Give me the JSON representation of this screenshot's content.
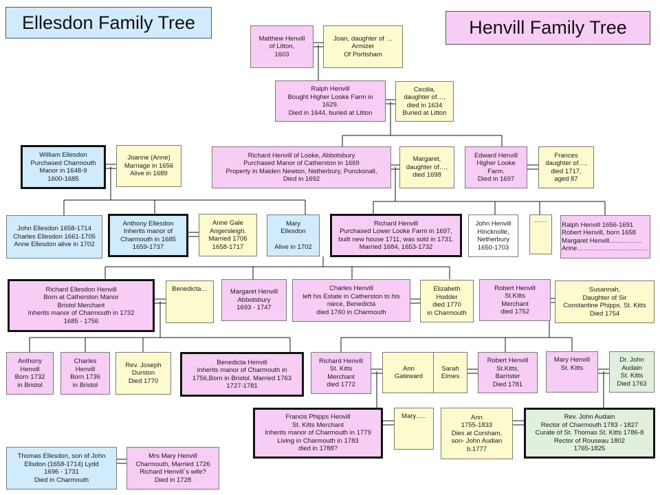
{
  "titles": {
    "ellesdon": "Ellesdon Family Tree",
    "henvill": "Henvill Family Tree"
  },
  "people": {
    "matthew": "Matthew Henvill\nof Litton,\n1603",
    "joan": "Joan, daughter of …\nArmizer\nOf Portisham",
    "ralph": "Ralph Henvill\nBought Higher Looke Farm in\n1629.\nDied in 1644, buried at Litton",
    "cecilia": "Cecilia,\ndaughter of…,\ndied in 1634\nBuried at Litton",
    "william": "William Ellesdon\nPurchased Charmouth\nManor in 1648-9\n1600-1685",
    "joanne": "Joanne (Anne)\nMarriage in 1656\nAlive in 1689",
    "richard_looke": "Richard Henvill of Looke, Abbotsbury\nPurchased Manor of Catherston in 1669\nProperty in Maiden Newton, Netherbury, Puncksnall,\nDied in 1692",
    "margaret_1698": "Margaret,\ndaughter of…,\ndied 1698",
    "edward": "Edward Henvill\nHigher Looke\nFarm.\nDied  in 1697",
    "frances": "Frances\ndaughter of…,\ndied 1717,\naged 87",
    "john_ellesdon": "John Ellesdon 1658-1714\nCharles Ellesdon 1661-1705\nAnne  Ellesdon alive in 1702",
    "anthony_ellesdon": "Anthony Ellesdon\nInherits manor of\nCharmouth in 1685\n1659-1737",
    "anne_gale": "Anne Gale\nAngersleigh.\nMarried 1706\n1658-1717",
    "mary_ellesdon": "Mary\nEllesdon\n\nAlive in 1702",
    "richard_lower": "Richard Henvill\nPurchased Lower Looke Farm in 1697,\nbuilt new house 1711, was sold in 1731.\nMarried 1684, 1653-1732",
    "john_hincknolle": "John Henvill\nHincknolle,\nNetherbury\n1650-1703",
    "dots": "……",
    "ralph_list": "Ralph  Henvill 1656-1691\nRobert Henvill, born 1658\nMargaret Henvill……………\nAnne……………………………",
    "richard_ellesdon_henvill": "Richard Ellesdon Henvill\nBorn at Catherston Manor\nBristol Merchant\nInherits manor of Charmouth in 1732\n1685 -  1756",
    "benedicta_wife": "Benedicta…",
    "margaret_abbotsbury": "Margaret Henvill\nAbbotsbury\n1693 - 1747",
    "charles_henvill_elder": "Charles Henvill\nleft his Estate in Catherston to his\nniece, Benedicta\ndied 1760 in Charmouth",
    "elizabeth_hodder": "Elizabeth\nHodder\ndied 1770\nin Charmouth",
    "robert_stkitts": "Robert  Henvill\nSt.Kitts\nMerchant\ndied 1752",
    "susannah": "Susannah,\nDaughter of Sir\nConstantine Phipps. St. Kitts\nDied 1754",
    "anthony_henvill": "Anthony\nHenvill\nBorn 1732\nin Bristol",
    "charles_henvill_1736": "Charles\nHenvill\nBorn 1736\nin Bristol",
    "joseph_durston": "Rev. Joseph\nDurston\nDied 1770",
    "benedicta_henvill": "Benedicta Henvill\nInherits manor of Charmouth in\n1756,Born in Bristol. Married 1763\n1727-1781",
    "richard_stkitts": "Richard Henvill\nSt. Kitts\nMerchant\ndied 1772",
    "ann_gateward": "Ann\nGateward",
    "sarah_elmes": "Sarah\nElmes",
    "robert_barrister": "Robert  Henvill\nSt.Kitts,\nBarrister\nDied 1781",
    "mary_henvill_stkitts": "Mary Henvill\nSt. Kitts",
    "john_audain_dr": "Dr. John\nAudain\nSt. Kitts\nDied 1763",
    "francis_phipps": "Francis Phipps Henvill\nSt. Kitts Merchant\nInherits manor of Charmouth in 1779\nLiving in Charmouth in 1783\ndied in 1788?",
    "mary_dots": "Mary…..",
    "ann_1755": "Ann\n1755-1833\nDies at Corsham,\nson- John Audian\nb.1777",
    "rev_john_audain": "Rev. John Audain\nRector of Charmouth 1783 - 1827\nCurate of St. Thomas St. Kitts 1786-8\nRector of Rouseau 1802\n1765-1825",
    "thomas_ellesdon": "Thomas  Ellesdon, son of John\nEllsdon (1658-1714) Lydd\n1696 - 1731\nDied in Charmouth",
    "mrs_mary_henvill": "Mrs Mary Henvill\nCharmouth, Married 1726\nRichard Henvill`s wife?\nDied in 1728"
  },
  "colors": {
    "henvill_pink": "#f8cdf5",
    "spouse_yellow": "#fdfbcd",
    "ellesdon_blue": "#d0ebfb",
    "audain_green": "#e1f0dc"
  }
}
